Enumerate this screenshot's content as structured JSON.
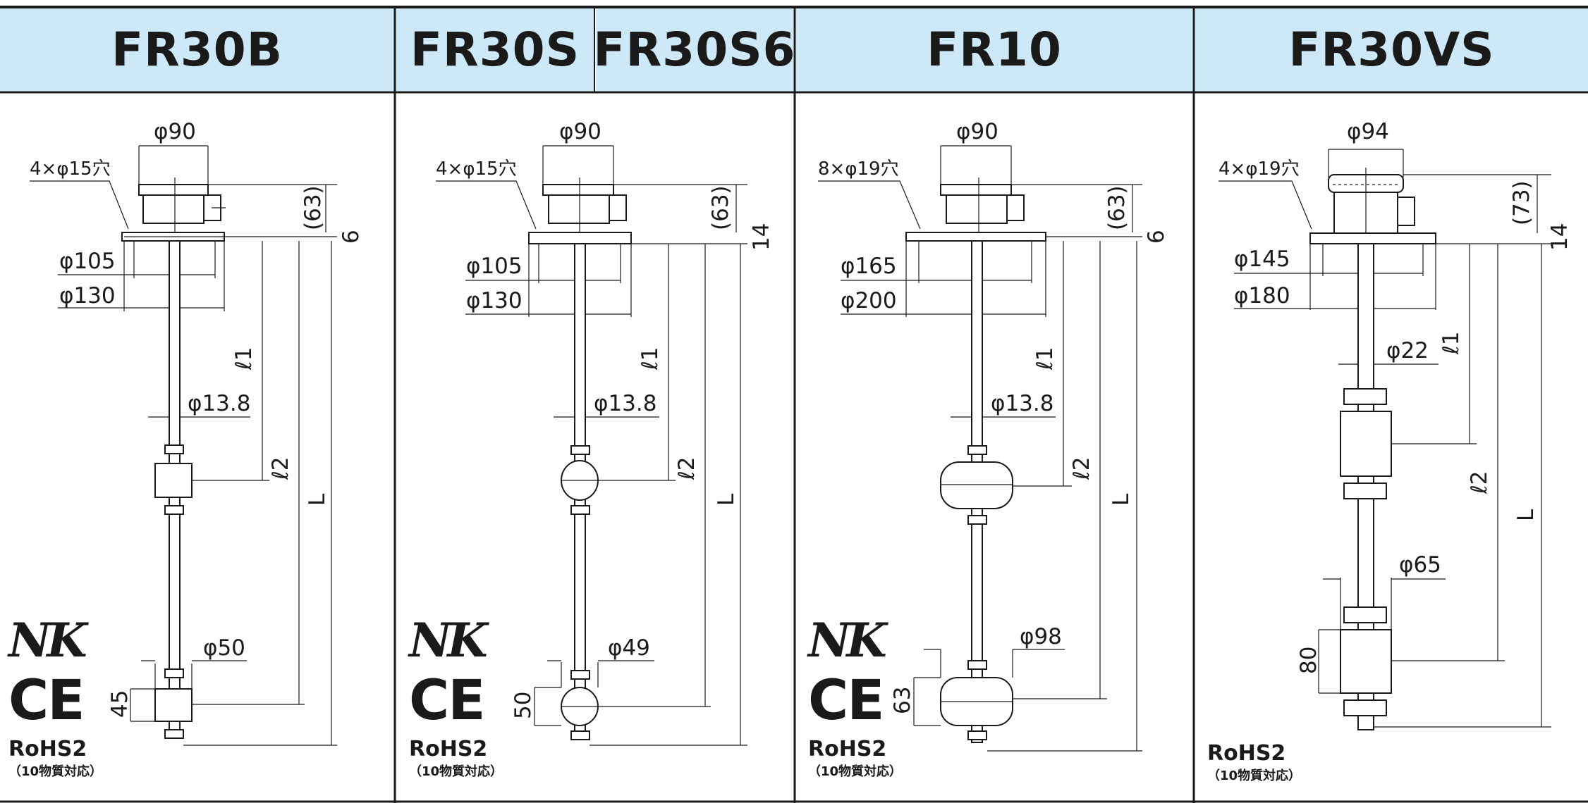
{
  "panels": [
    {
      "id": "fr30b",
      "titles": [
        "FR30B"
      ],
      "dims": {
        "phi_top": "φ90",
        "holes": "4×φ15穴",
        "top_h": "(63)",
        "flange_t": "6",
        "pcd": "φ105",
        "flange_d": "φ130",
        "l1": "ℓ1",
        "l2": "ℓ2",
        "L": "L",
        "rod": "φ13.8",
        "float_d": "φ50",
        "float_h": "45"
      }
    },
    {
      "id": "fr30s",
      "titles": [
        "FR30S",
        "FR30S6"
      ],
      "dims": {
        "phi_top": "φ90",
        "holes": "4×φ15穴",
        "top_h": "(63)",
        "flange_t": "14",
        "pcd": "φ105",
        "flange_d": "φ130",
        "l1": "ℓ1",
        "l2": "ℓ2",
        "L": "L",
        "rod": "φ13.8",
        "float_d": "φ49",
        "float_h": "50"
      }
    },
    {
      "id": "fr10",
      "titles": [
        "FR10"
      ],
      "dims": {
        "phi_top": "φ90",
        "holes": "8×φ19穴",
        "top_h": "(63)",
        "flange_t": "6",
        "pcd": "φ165",
        "flange_d": "φ200",
        "l1": "ℓ1",
        "l2": "ℓ2",
        "L": "L",
        "rod": "φ13.8",
        "float_d": "φ98",
        "float_h": "63"
      }
    },
    {
      "id": "fr30vs",
      "titles": [
        "FR30VS"
      ],
      "dims": {
        "phi_top": "φ94",
        "holes": "4×φ19穴",
        "top_h": "(73)",
        "flange_t": "14",
        "pcd": "φ145",
        "flange_d": "φ180",
        "l1": "ℓ1",
        "l2": "ℓ2",
        "L": "L",
        "rod": "φ22",
        "float_d": "φ65",
        "float_h": "80"
      }
    }
  ],
  "certs": {
    "nk": "NK",
    "ce": "CE",
    "rohs": "RoHS2",
    "rohs_note": "（10物質対応）"
  },
  "colors": {
    "header_bg": "#cde8f7",
    "line": "#1a1a1a"
  }
}
